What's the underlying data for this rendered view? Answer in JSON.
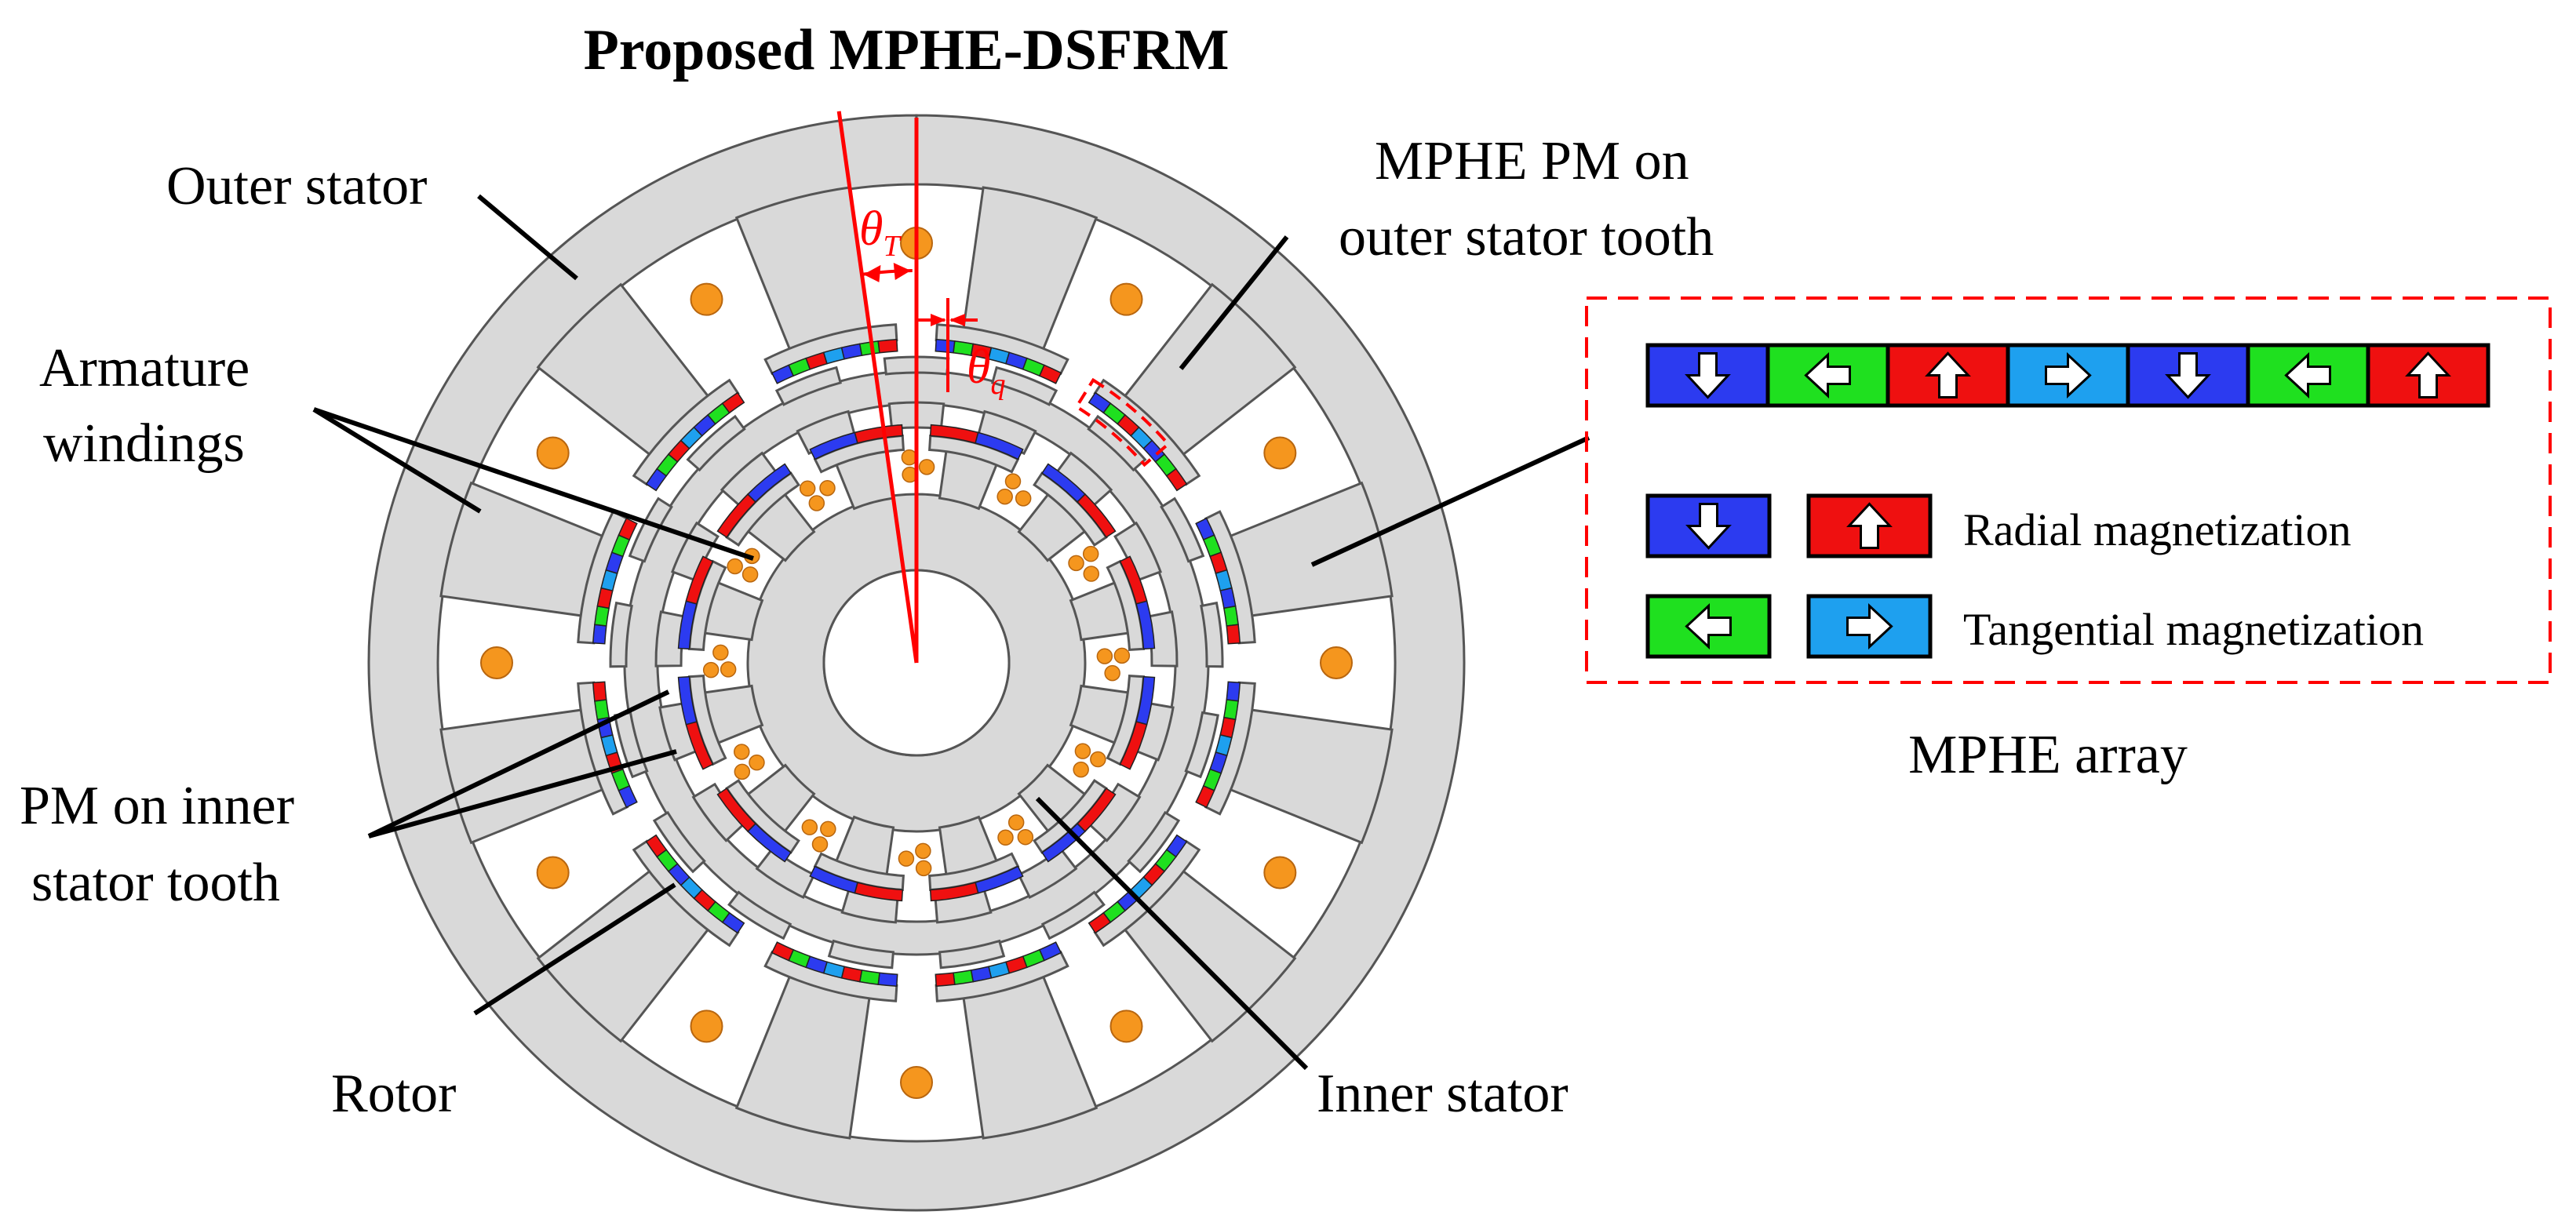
{
  "title": "Proposed MPHE-DSFRM",
  "labels": {
    "outer_stator": "Outer stator",
    "armature_line1": "Armature",
    "armature_line2": "windings",
    "pm_inner_line1": "PM on inner",
    "pm_inner_line2": "stator tooth",
    "rotor": "Rotor",
    "inner_stator": "Inner stator",
    "mphe_pm_line1": "MPHE PM on",
    "mphe_pm_line2": "outer stator tooth"
  },
  "angles": {
    "theta_T": {
      "sym": "θ",
      "sub": "T"
    },
    "theta_q": {
      "sym": "θ",
      "sub": "q"
    }
  },
  "legend": {
    "caption": "MPHE array",
    "radial": "Radial magnetization",
    "tangential": "Tangential magnetization",
    "array": [
      "down",
      "left",
      "up",
      "right",
      "down",
      "left",
      "up"
    ]
  },
  "colors": {
    "steel": "#d9d9d9",
    "outline": "#555555",
    "pm_radial_down": "#2c3bf0",
    "pm_radial_up": "#ef1010",
    "pm_tangential_left": "#1fe01f",
    "pm_tangential_right": "#1ea0ef",
    "coil": "#f5961e",
    "annotation": "#ff0000"
  }
}
